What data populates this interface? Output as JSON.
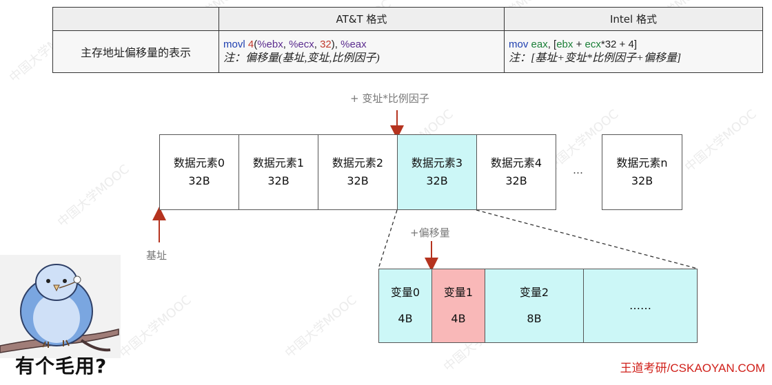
{
  "table": {
    "headers": [
      "",
      "AT&T 格式",
      "Intel 格式"
    ],
    "row_label": "主存地址偏移量的表示",
    "att": {
      "code": [
        {
          "t": "movl ",
          "c": "kw"
        },
        {
          "t": "4",
          "c": "num"
        },
        {
          "t": "(",
          "c": ""
        },
        {
          "t": "%ebx",
          "c": "reg"
        },
        {
          "t": ", ",
          "c": ""
        },
        {
          "t": "%ecx",
          "c": "reg"
        },
        {
          "t": ", ",
          "c": ""
        },
        {
          "t": "32",
          "c": "num"
        },
        {
          "t": "), ",
          "c": ""
        },
        {
          "t": "%eax",
          "c": "reg"
        }
      ],
      "note": "注：偏移量(基址,变址,比例因子)"
    },
    "intel": {
      "code": [
        {
          "t": "mov ",
          "c": "kw"
        },
        {
          "t": "eax",
          "c": "grn"
        },
        {
          "t": ", [",
          "c": ""
        },
        {
          "t": "ebx",
          "c": "grn"
        },
        {
          "t": " + ",
          "c": ""
        },
        {
          "t": "ecx",
          "c": "grn"
        },
        {
          "t": "*32 + 4]",
          "c": ""
        }
      ],
      "note": "注：[基址+变址*比例因子+偏移量]"
    }
  },
  "array": {
    "label_top": "+ 变址*比例因子",
    "label_base": "基址",
    "ellipsis": "…",
    "cells": [
      {
        "name": "数据元素0",
        "size": "32B",
        "highlight": false
      },
      {
        "name": "数据元素1",
        "size": "32B",
        "highlight": false
      },
      {
        "name": "数据元素2",
        "size": "32B",
        "highlight": false
      },
      {
        "name": "数据元素3",
        "size": "32B",
        "highlight": true
      },
      {
        "name": "数据元素4",
        "size": "32B",
        "highlight": false
      },
      {
        "name": "数据元素n",
        "size": "32B",
        "highlight": false
      }
    ]
  },
  "struct": {
    "label_offset": "+偏移量",
    "cells": [
      {
        "name": "变量0",
        "size": "4B",
        "color": "cyan"
      },
      {
        "name": "变量1",
        "size": "4B",
        "color": "pink"
      },
      {
        "name": "变量2",
        "size": "8B",
        "color": "cyan"
      },
      {
        "name": "……",
        "size": "",
        "color": "cyan"
      }
    ]
  },
  "colors": {
    "arrow": "#b5331f",
    "highlight": "#ccf7f7",
    "pink": "#f9b8b8",
    "footer": "#d0201a"
  },
  "meme": {
    "caption": "有个毛用?"
  },
  "watermark": "中国大学MOOC",
  "footer": "王道考研/CSKAOYAN.COM"
}
